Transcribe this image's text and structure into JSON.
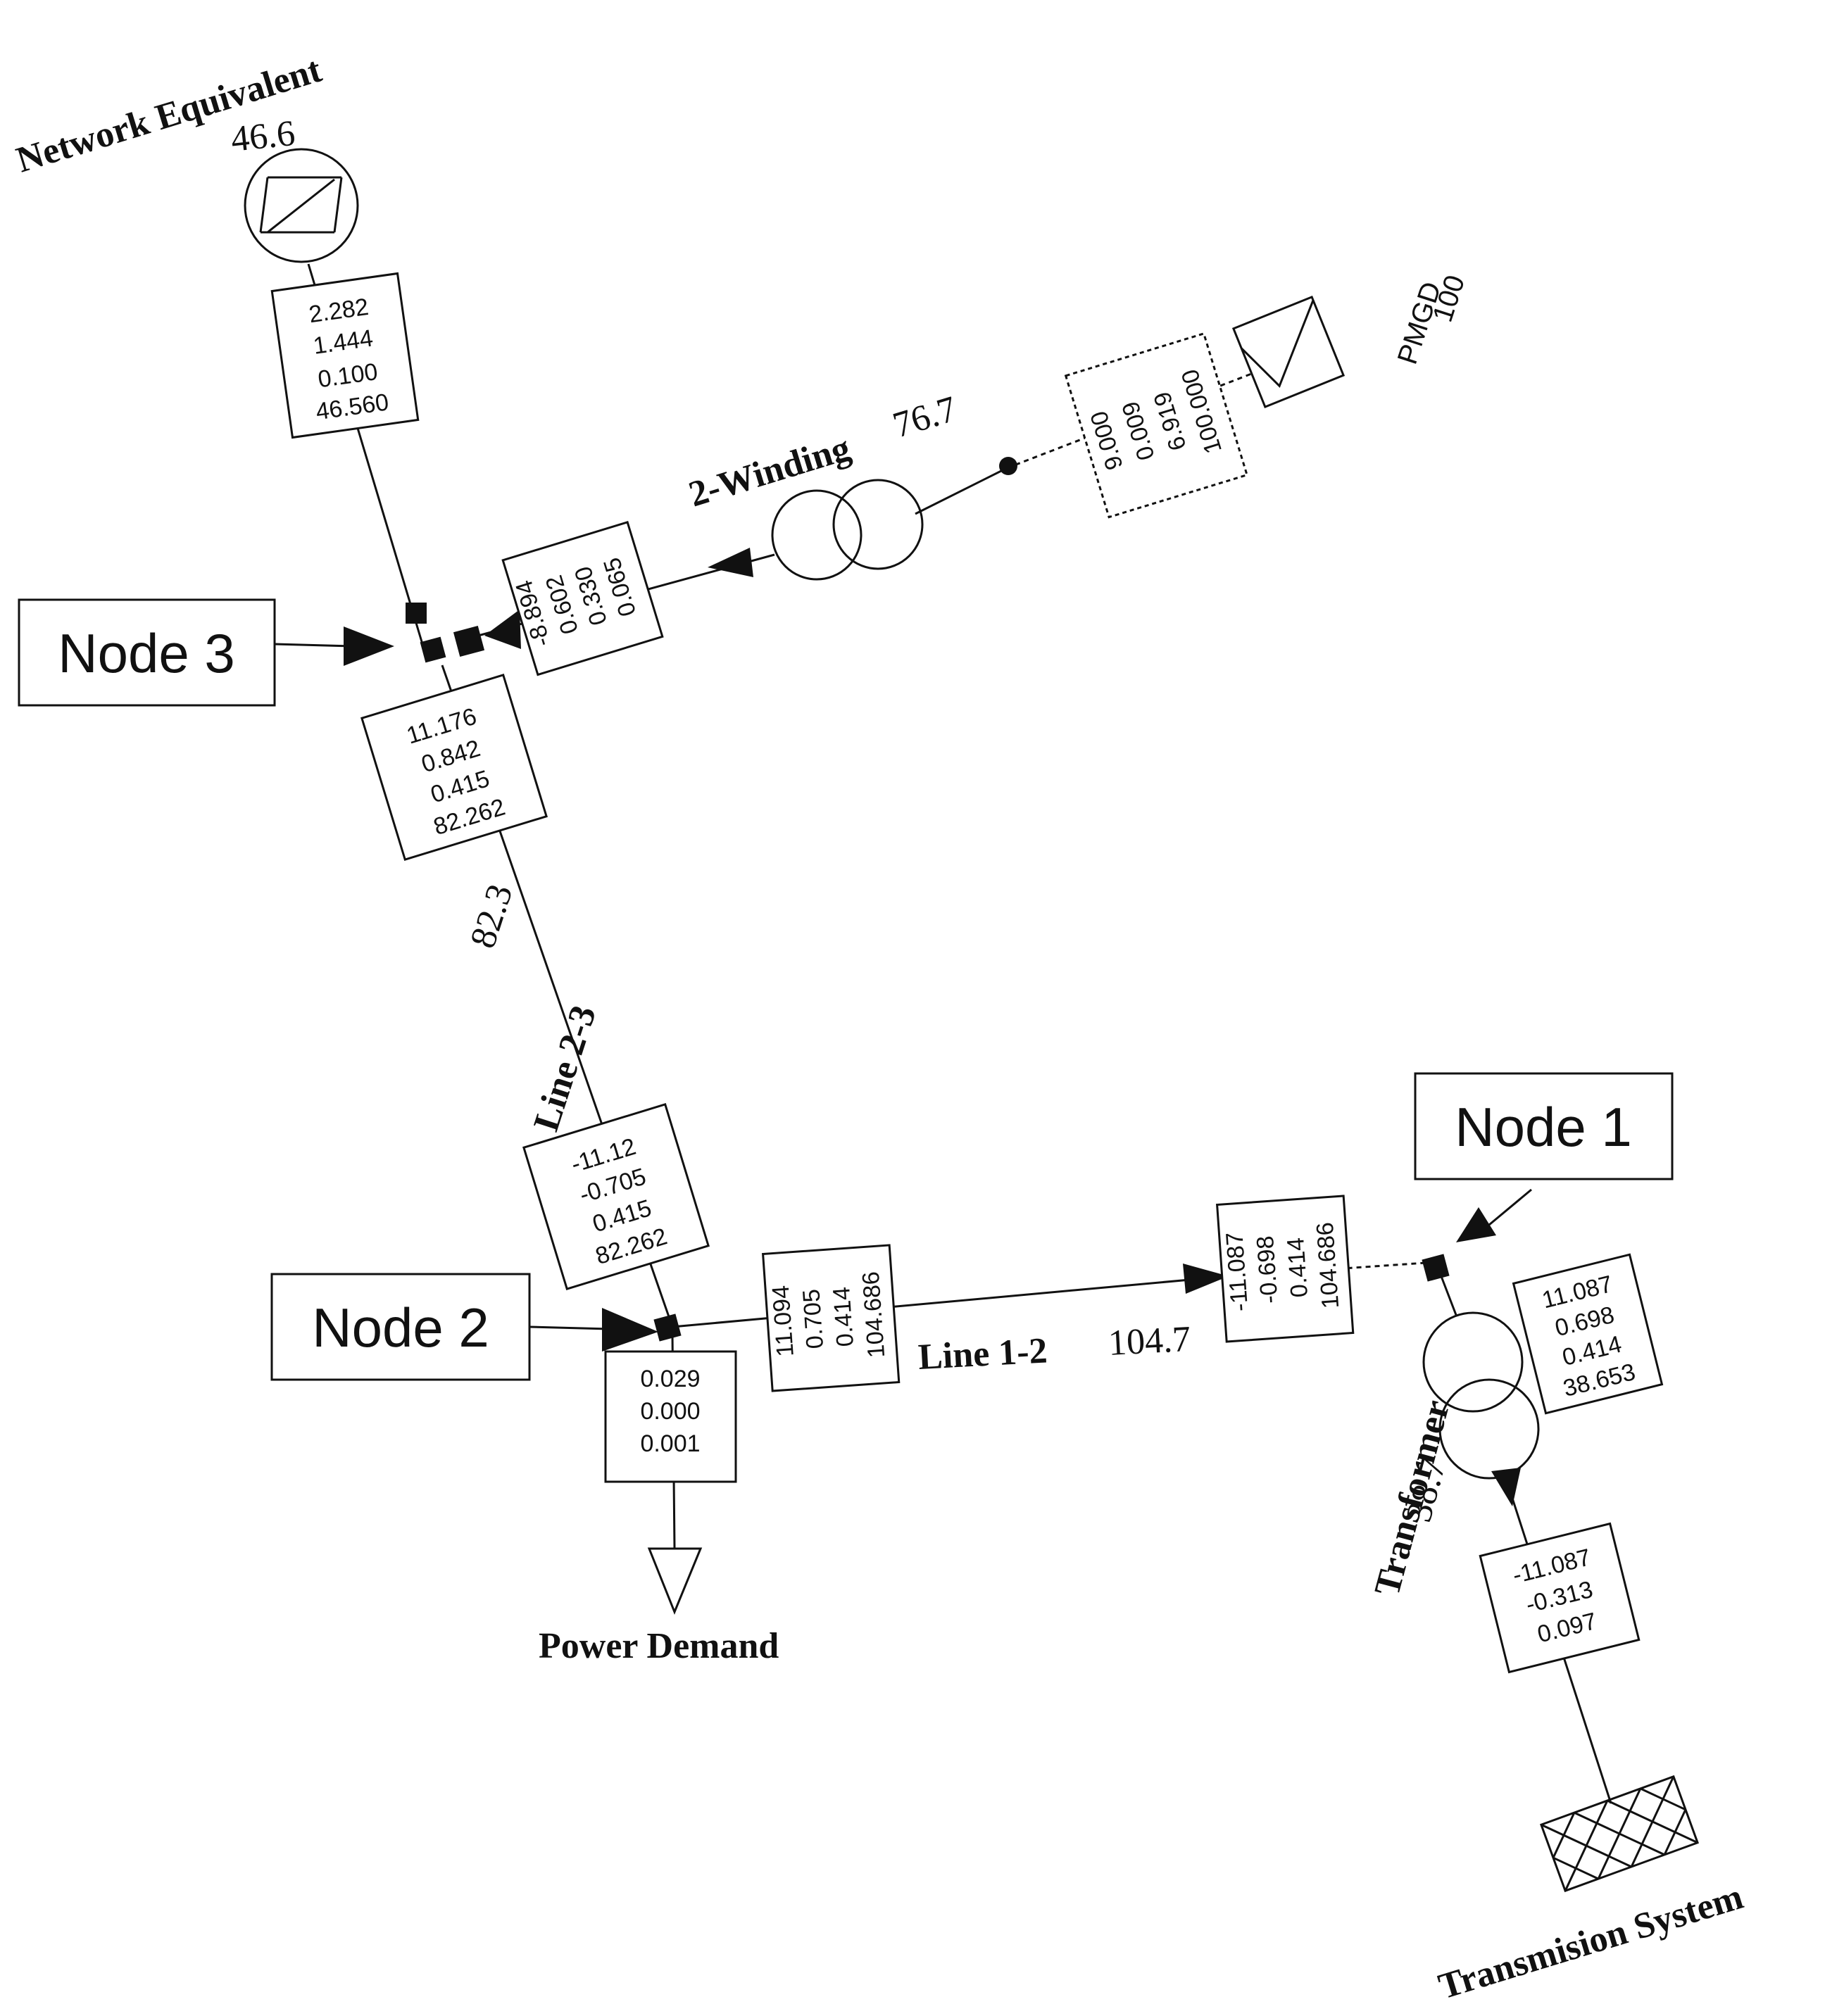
{
  "elements": {
    "network_equivalent": {
      "label": "Network Equivalent",
      "value": "46.6"
    },
    "pmgd": {
      "label": "PMGD",
      "value": "100"
    },
    "two_winding": {
      "label": "2-Winding",
      "value": "76.7"
    },
    "line_2_3": {
      "label": "Line 2-3",
      "value": "82.3"
    },
    "line_1_2": {
      "label": "Line 1-2",
      "value": "104.7"
    },
    "transformer": {
      "label": "Transformer",
      "value": "38.7"
    },
    "power_demand": {
      "label": "Power Demand"
    },
    "transmission_system": {
      "label": "Transmision System"
    }
  },
  "nodes": {
    "node1": "Node 1",
    "node2": "Node 2",
    "node3": "Node 3"
  },
  "result_boxes": {
    "network_eq": [
      "2.282",
      "1.444",
      "0.100",
      "46.560"
    ],
    "pmgd": [
      "9.000",
      "0.009",
      "6.919",
      "100.000"
    ],
    "two_winding_hv": [
      "-8.894",
      "0.602",
      "0.330",
      "0.065"
    ],
    "line23_top": [
      "11.176",
      "0.842",
      "0.415",
      "82.262"
    ],
    "line23_bottom": [
      "-11.12",
      "-0.705",
      "0.415",
      "82.262"
    ],
    "line12_left": [
      "11.094",
      "0.705",
      "0.414",
      "104.686"
    ],
    "line12_right": [
      "-11.087",
      "-0.698",
      "0.414",
      "104.686"
    ],
    "transformer_hv": [
      "11.087",
      "0.698",
      "0.414",
      "38.653"
    ],
    "transformer_lv": [
      "-11.087",
      "-0.313",
      "0.097"
    ],
    "power_demand": [
      "0.029",
      "0.000",
      "0.001"
    ]
  }
}
